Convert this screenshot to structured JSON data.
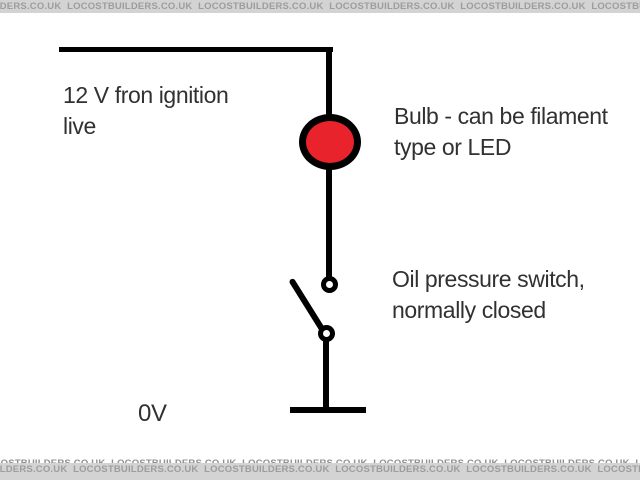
{
  "watermark": {
    "text": "LOCOSTBUILDERS.CO.UK",
    "repeat": 8,
    "separator": "  "
  },
  "labels": {
    "supply": {
      "line1": "12 V fron ignition",
      "line2": "live"
    },
    "bulb": {
      "line1": "Bulb - can be filament",
      "line2": "type or LED"
    },
    "switch": {
      "line1": "Oil pressure switch,",
      "line2": "normally closed"
    },
    "ground": "0V"
  },
  "colors": {
    "background": "#ffffff",
    "wire": "#000000",
    "bulb_fill": "#e9232b",
    "label_text": "#313131",
    "watermark_bg": "#d3d3d3",
    "watermark_text": "#9d9d9d",
    "watermark_frag": "#8f8f8f"
  }
}
